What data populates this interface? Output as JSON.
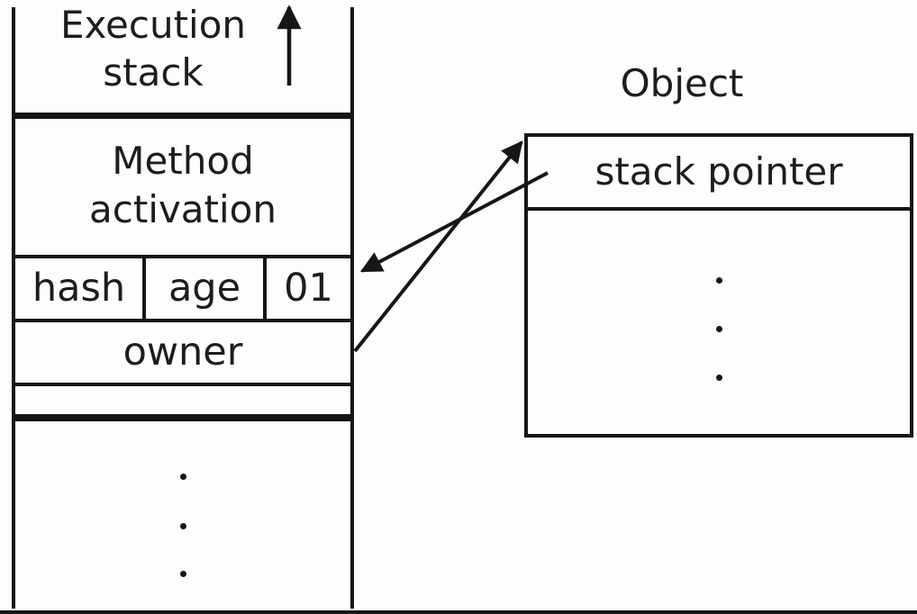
{
  "stack": {
    "title": "Execution stack",
    "method_activation_label": "Method activation",
    "cells": [
      "hash",
      "age",
      "01"
    ],
    "owner_label": "owner"
  },
  "object": {
    "title": "Object",
    "stack_pointer_label": "stack pointer"
  },
  "icons": {
    "stack_growth_arrow": "arrow-up",
    "stack_ellipsis": "vertical-ellipsis",
    "object_ellipsis": "vertical-ellipsis",
    "pointer_arrows": "crossing-arrows"
  },
  "colors": {
    "line": "#161616",
    "background": "#fdfdfd",
    "text": "#1d1d1f"
  }
}
